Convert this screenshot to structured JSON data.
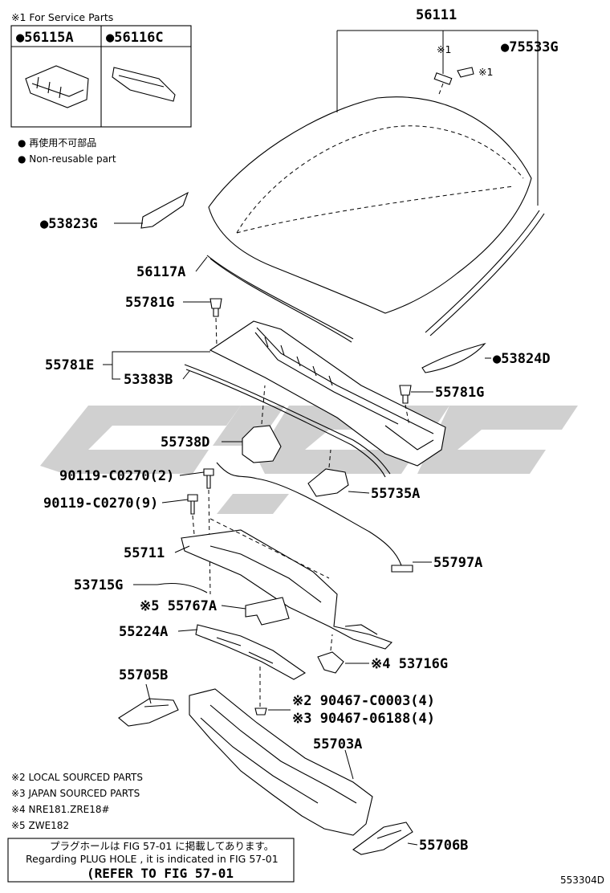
{
  "service_box": {
    "title": "※1 For Service Parts",
    "left_part": "●56115A",
    "right_part": "●56116C"
  },
  "legend": {
    "jp": "● 再使用不可部品",
    "en": "● Non-reusable part"
  },
  "labels": {
    "p56111": "56111",
    "mark1a": "※1",
    "mark1b": "※1",
    "p75533G": "●75533G",
    "p53823G": "●53823G",
    "p56117A": "56117A",
    "p55781G_a": "55781G",
    "p55781E": "55781E",
    "p53383B": "53383B",
    "p53824D": "●53824D",
    "p55781G_b": "55781G",
    "p55738D": "55738D",
    "p90119_2": "90119-C0270(2)",
    "p90119_9": "90119-C0270(9)",
    "p55735A": "55735A",
    "p55711": "55711",
    "p55797A": "55797A",
    "p53715G": "53715G",
    "p55767A": "※5 55767A",
    "p55224A": "55224A",
    "p53716G": "※4 53716G",
    "p55705B": "55705B",
    "p90467_a": "※2 90467-C0003(4)",
    "p90467_b": "※3 90467-06188(4)",
    "p55703A": "55703A",
    "p55706B": "55706B"
  },
  "notes": [
    "※2 LOCAL SOURCED PARTS",
    "※3 JAPAN SOURCED PARTS",
    "※4 NRE181.ZRE18#",
    "※5 ZWE182"
  ],
  "ref_box": {
    "jp": "プラグホールは FIG 57-01 に掲載してあります。",
    "en": "Regarding  PLUG  HOLE , it is indicated in FIG  57-01",
    "refer": "(REFER TO FIG 57-01"
  },
  "figure_code": "553304D"
}
